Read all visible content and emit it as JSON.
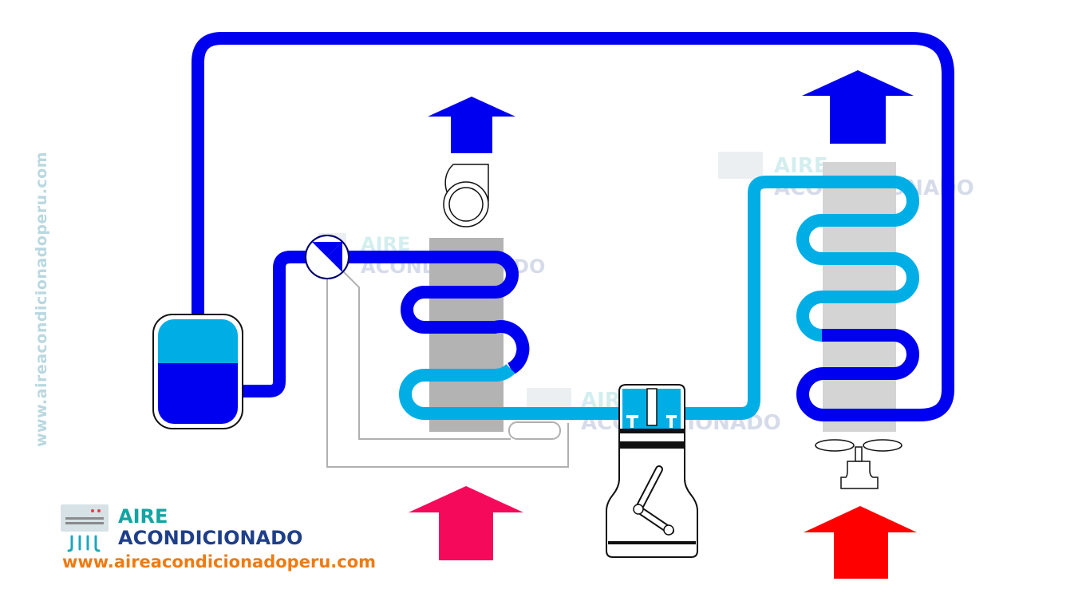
{
  "colors": {
    "hot_gas": "#0000f0",
    "cold_liquid": "#00aee6",
    "coil_dark": "#b3b3b3",
    "coil_light": "#d4d4d4",
    "arrow_blue": "#0000f0",
    "arrow_pink": "#f5095a",
    "arrow_red": "#ff0000",
    "brand_teal": "#14a3a3",
    "brand_navy": "#1e3f8a",
    "brand_orange": "#f07a10",
    "side_text": "#b9d8e0"
  },
  "watermark": {
    "line1": "AIRE",
    "line2": "ACONDICIONADO"
  },
  "brand": {
    "line1": "AIRE",
    "line2": "ACONDICIONADO",
    "url": "www.aireacondicionadoperu.com"
  },
  "side_url": "www.aireacondicionadoperu.com",
  "icons": {
    "valve": "four-way-valve-icon",
    "blower": "centrifugal-blower-icon",
    "fan": "propeller-fan-icon",
    "compressor": "piston-compressor-icon",
    "accumulator": "accumulator-tank-icon"
  }
}
